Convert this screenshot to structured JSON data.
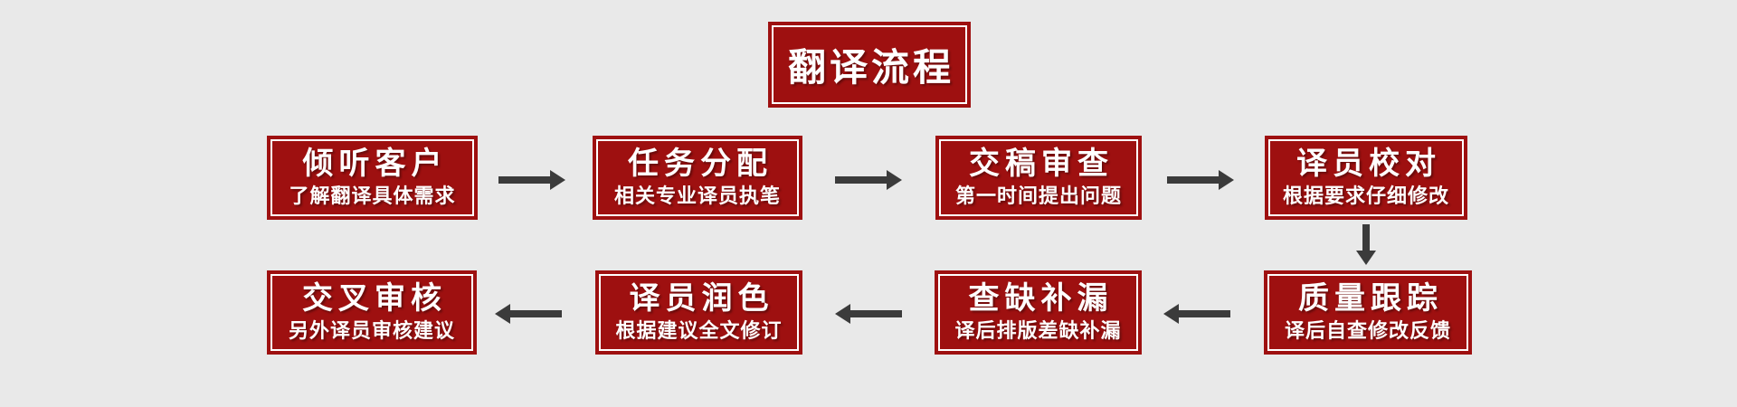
{
  "title": "翻译流程",
  "colors": {
    "background": "#e9e9e9",
    "box_fill": "#9e1010",
    "box_inner_border": "#ffffff",
    "arrow": "#3b3b3b",
    "text": "#ffffff"
  },
  "rows": [
    {
      "direction": "right",
      "steps": [
        {
          "label": "倾听客户",
          "sublabel": "了解翻译具体需求"
        },
        {
          "label": "任务分配",
          "sublabel": "相关专业译员执笔"
        },
        {
          "label": "交稿审查",
          "sublabel": "第一时间提出问题"
        },
        {
          "label": "译员校对",
          "sublabel": "根据要求仔细修改"
        }
      ]
    },
    {
      "direction": "left",
      "steps": [
        {
          "label": "交叉审核",
          "sublabel": "另外译员审核建议"
        },
        {
          "label": "译员润色",
          "sublabel": "根据建议全文修订"
        },
        {
          "label": "查缺补漏",
          "sublabel": "译后排版差缺补漏"
        },
        {
          "label": "质量跟踪",
          "sublabel": "译后自查修改反馈"
        }
      ]
    }
  ]
}
